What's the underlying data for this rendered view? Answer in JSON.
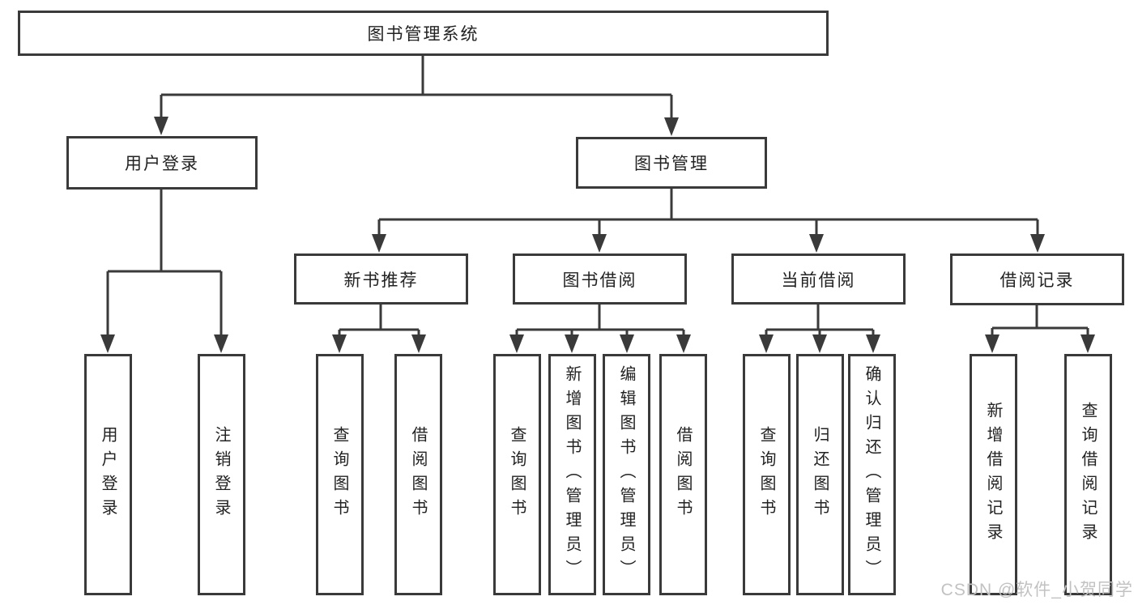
{
  "root_label": "图书管理系统",
  "level2": {
    "user_login": "用户登录",
    "book_management": "图书管理"
  },
  "level3": {
    "new_book_recommend": "新书推荐",
    "book_borrow": "图书借阅",
    "current_borrow": "当前借阅",
    "borrow_records": "借阅记录"
  },
  "leaves": {
    "user_login": [
      "用户登录",
      "注销登录"
    ],
    "new_book_recommend": [
      "查询图书",
      "借阅图书"
    ],
    "book_borrow": [
      "查询图书",
      "新增图书（管理员）",
      "编辑图书（管理员）",
      "借阅图书"
    ],
    "current_borrow": [
      "查询图书",
      "归还图书",
      "确认归还（管理员）"
    ],
    "borrow_records": [
      "新增借阅记录",
      "查询借阅记录"
    ]
  },
  "watermark": "CSDN @软件_小贺同学",
  "colors": {
    "line": "#3a3a3a",
    "text": "#222222",
    "watermark": "#c2c2c2",
    "background": "#ffffff"
  }
}
